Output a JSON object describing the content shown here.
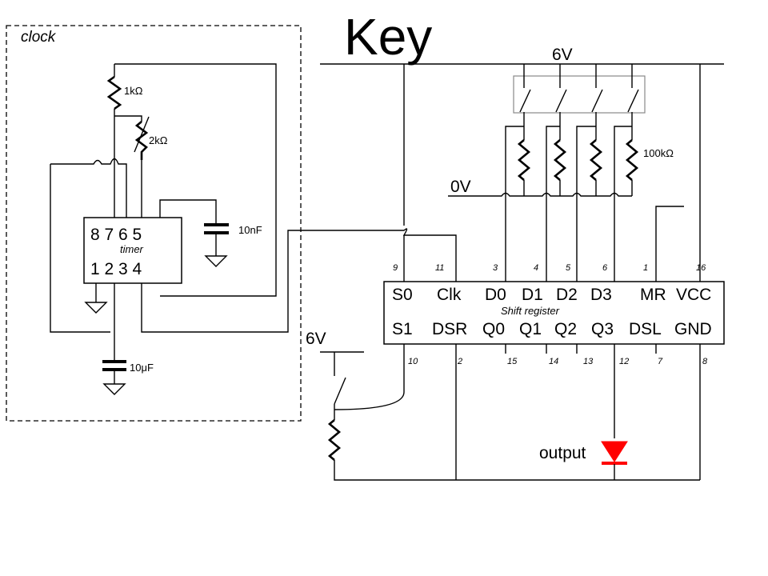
{
  "title": "Key",
  "clock_label": "clock",
  "supply": {
    "top": "6V",
    "zero": "0V",
    "key": "6V"
  },
  "components": {
    "r1": "1kΩ",
    "r2": "2kΩ",
    "c1": "10nF",
    "c2": "10μF",
    "r_pull": "100kΩ"
  },
  "timer": {
    "top_pins": "8 7 6 5",
    "label": "timer",
    "bottom_pins": "1 2 3 4"
  },
  "shift_register": {
    "label": "Shift register",
    "top_names": [
      "S0",
      "Clk",
      "D0",
      "D1",
      "D2",
      "D3",
      "MR",
      "VCC"
    ],
    "top_pins": [
      "9",
      "11",
      "3",
      "4",
      "5",
      "6",
      "1",
      "16"
    ],
    "bottom_names": [
      "S1",
      "DSR",
      "Q0",
      "Q1",
      "Q2",
      "Q3",
      "DSL",
      "GND"
    ],
    "bottom_pins": [
      "10",
      "2",
      "15",
      "14",
      "13",
      "12",
      "7",
      "8"
    ]
  },
  "output_label": "output",
  "colors": {
    "led": "#ff0000",
    "wire": "#000000",
    "background": "#ffffff"
  }
}
